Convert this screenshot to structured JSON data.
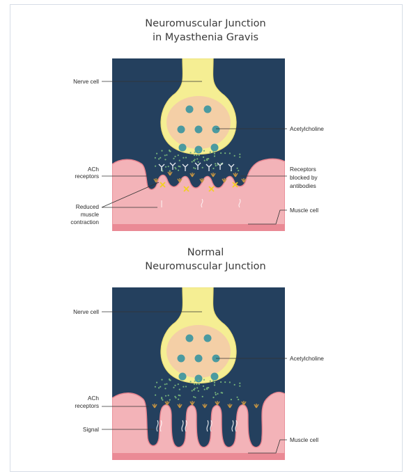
{
  "colors": {
    "panel": "#24405e",
    "nerve": "#f5ee93",
    "nerve_outline": "#ece076",
    "vesicle": "#f4cfa6",
    "vesicle_dot": "#4b9aa0",
    "muscle": "#f3b3b8",
    "muscle_edge": "#e7838e",
    "ach_dot": "#74b07a",
    "receptor": "#c59442",
    "blocked_x": "#f2cf24",
    "antibody": "#e9ecf2",
    "leader": "#333333"
  },
  "top_panel": {
    "title_line1": "Neuromuscular Junction",
    "title_line2": "in Myasthenia Gravis",
    "labels": {
      "nerve_cell": "Nerve cell",
      "acetylcholine": "Acetylcholine",
      "ach_receptors_line1": "ACh",
      "ach_receptors_line2": "receptors",
      "blocked_line1": "Receptors",
      "blocked_line2": "blocked by",
      "blocked_line3": "antibodies",
      "reduced_line1": "Reduced",
      "reduced_line2": "muscle",
      "reduced_line3": "contraction",
      "muscle_cell": "Muscle cell"
    }
  },
  "bottom_panel": {
    "title_line1": "Normal",
    "title_line2": "Neuromuscular Junction",
    "labels": {
      "nerve_cell": "Nerve cell",
      "acetylcholine": "Acetylcholine",
      "ach_receptors_line1": "ACh",
      "ach_receptors_line2": "receptors",
      "signal": "Signal",
      "muscle_cell": "Muscle cell"
    }
  }
}
